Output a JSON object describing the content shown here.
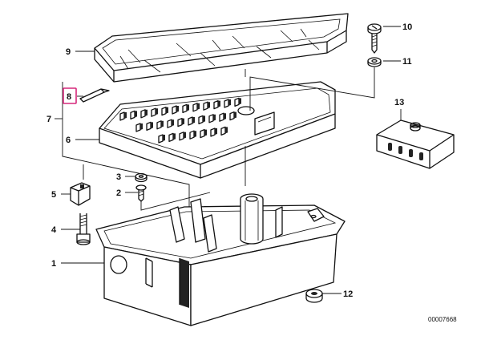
{
  "callouts": {
    "c1": "1",
    "c2": "2",
    "c3": "3",
    "c4": "4",
    "c5": "5",
    "c6": "6",
    "c7": "7",
    "c8": "8",
    "c9": "9",
    "c10": "10",
    "c11": "11",
    "c12": "12",
    "c13": "13"
  },
  "highlighted_callout": "8",
  "highlight_color": "#d6287b",
  "drawing_number": "00007668"
}
